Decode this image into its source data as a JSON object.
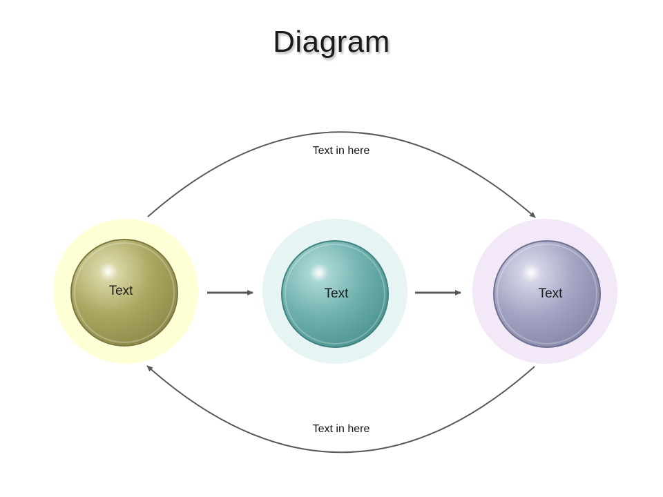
{
  "title": "Diagram",
  "nodes": [
    {
      "label": "Text",
      "ring_color": "#ffffd6",
      "sphere_color": "#a8a561"
    },
    {
      "label": "Text",
      "ring_color": "#e6f4f4",
      "sphere_color": "#5fa5a2"
    },
    {
      "label": "Text",
      "ring_color": "#f3e8f8",
      "sphere_color": "#9a9bba"
    }
  ],
  "top_arc_label": "Text in here",
  "bottom_arc_label": "Text in here",
  "arrow_color": "#595959"
}
